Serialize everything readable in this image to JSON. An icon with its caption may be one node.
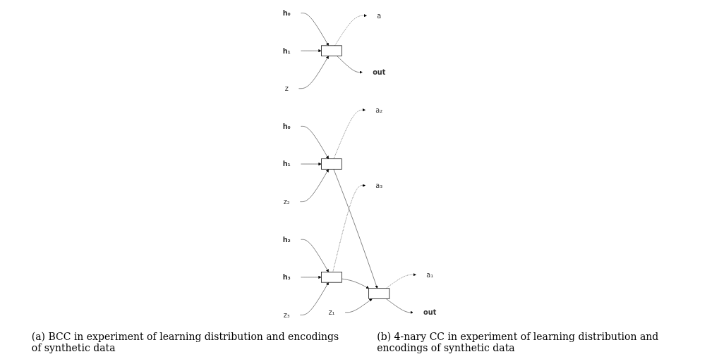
{
  "diagram": {
    "nodes": [
      {
        "text": [
          "h₀"
        ]
      },
      {
        "text": [
          "h₁"
        ]
      },
      {
        "text": [],
        "shape": "box"
      },
      {
        "text": [
          "z"
        ]
      },
      {
        "text": [
          "a"
        ]
      },
      {
        "text": [
          "out"
        ]
      },
      {
        "text": [
          "h₀"
        ]
      },
      {
        "text": [
          "z₂"
        ]
      },
      {
        "text": [],
        "shape": "box"
      },
      {
        "text": [
          "a₂"
        ]
      },
      {
        "text": [
          "h₁"
        ]
      },
      {
        "text": [
          "h₂"
        ]
      },
      {
        "text": [],
        "shape": "box"
      },
      {
        "text": [
          "a₃"
        ]
      },
      {
        "text": [
          "h₃"
        ]
      },
      {
        "text": [
          "z₃"
        ]
      },
      {
        "text": [],
        "shape": "box"
      },
      {
        "text": [
          "a₁"
        ]
      },
      {
        "text": [
          "z₁"
        ]
      },
      {
        "text": [
          "out"
        ]
      }
    ],
    "edges": [
      {
        "from": 0,
        "to": 2,
        "arrow": "to"
      },
      {
        "from": 1,
        "to": 2,
        "arrow": "to"
      },
      {
        "from": 3,
        "to": 2,
        "arrow": "to"
      },
      {
        "from": 2,
        "to": 4,
        "arrow": "to",
        "style": "dashed"
      },
      {
        "from": 2,
        "to": 5,
        "arrow": "to"
      },
      {
        "from": 6,
        "to": 8,
        "arrow": "to"
      },
      {
        "from": 10,
        "to": 8,
        "arrow": "to"
      },
      {
        "from": 7,
        "to": 8,
        "arrow": "to"
      },
      {
        "from": 8,
        "to": 9,
        "arrow": "to",
        "style": "dashed"
      },
      {
        "from": 11,
        "to": 12,
        "arrow": "to"
      },
      {
        "from": 14,
        "to": 12,
        "arrow": "to"
      },
      {
        "from": 15,
        "to": 12,
        "arrow": "to"
      },
      {
        "from": 12,
        "to": 13,
        "arrow": "to",
        "style": "dashed"
      },
      {
        "from": 8,
        "to": 16,
        "arrow": "to"
      },
      {
        "from": 12,
        "to": 16,
        "arrow": "to"
      },
      {
        "from": 18,
        "to": 16,
        "arrow": "to"
      },
      {
        "from": 16,
        "to": 17,
        "arrow": "to",
        "style": "dashed"
      },
      {
        "from": 16,
        "to": 19,
        "arrow": "to"
      }
    ],
    "labels": [
      "(a) BCC in experiment of learning distribution and encodings of synthetic data",
      "(b) 4-nary CC in experiment of learning distribution and encodings of synthetic data"
    ]
  }
}
